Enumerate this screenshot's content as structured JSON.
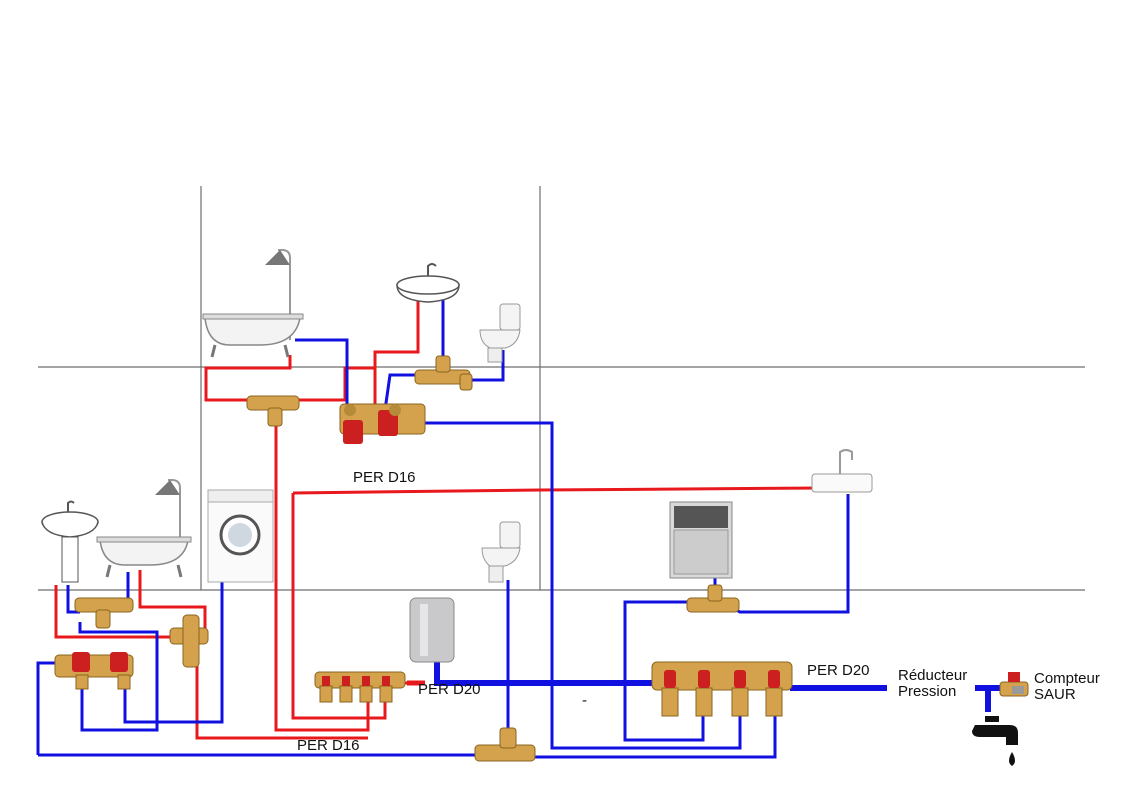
{
  "colors": {
    "hot": "#e8191c",
    "cold": "#1010e0",
    "wall": "#6e6e6e",
    "brass": "#d4a24c"
  },
  "labels": {
    "per_d16_top": "PER D16",
    "per_d16_bottom": "PER D16",
    "per_d20_heater": "PER D20",
    "per_d20_main": "PER D20",
    "reducer_line1": "Réducteur",
    "reducer_line2": "Pression",
    "meter_line1": "Compteur",
    "meter_line2": "SAUR",
    "dash": "-"
  },
  "icons": [
    "bathtub-shower-icon",
    "washbasin-icon",
    "toilet-icon",
    "washing-machine-icon",
    "dishwasher-icon",
    "kitchen-sink-icon",
    "water-heater-icon",
    "manifold-icon",
    "tee-fitting-icon",
    "valve-icon",
    "water-meter-icon",
    "tap-icon"
  ]
}
